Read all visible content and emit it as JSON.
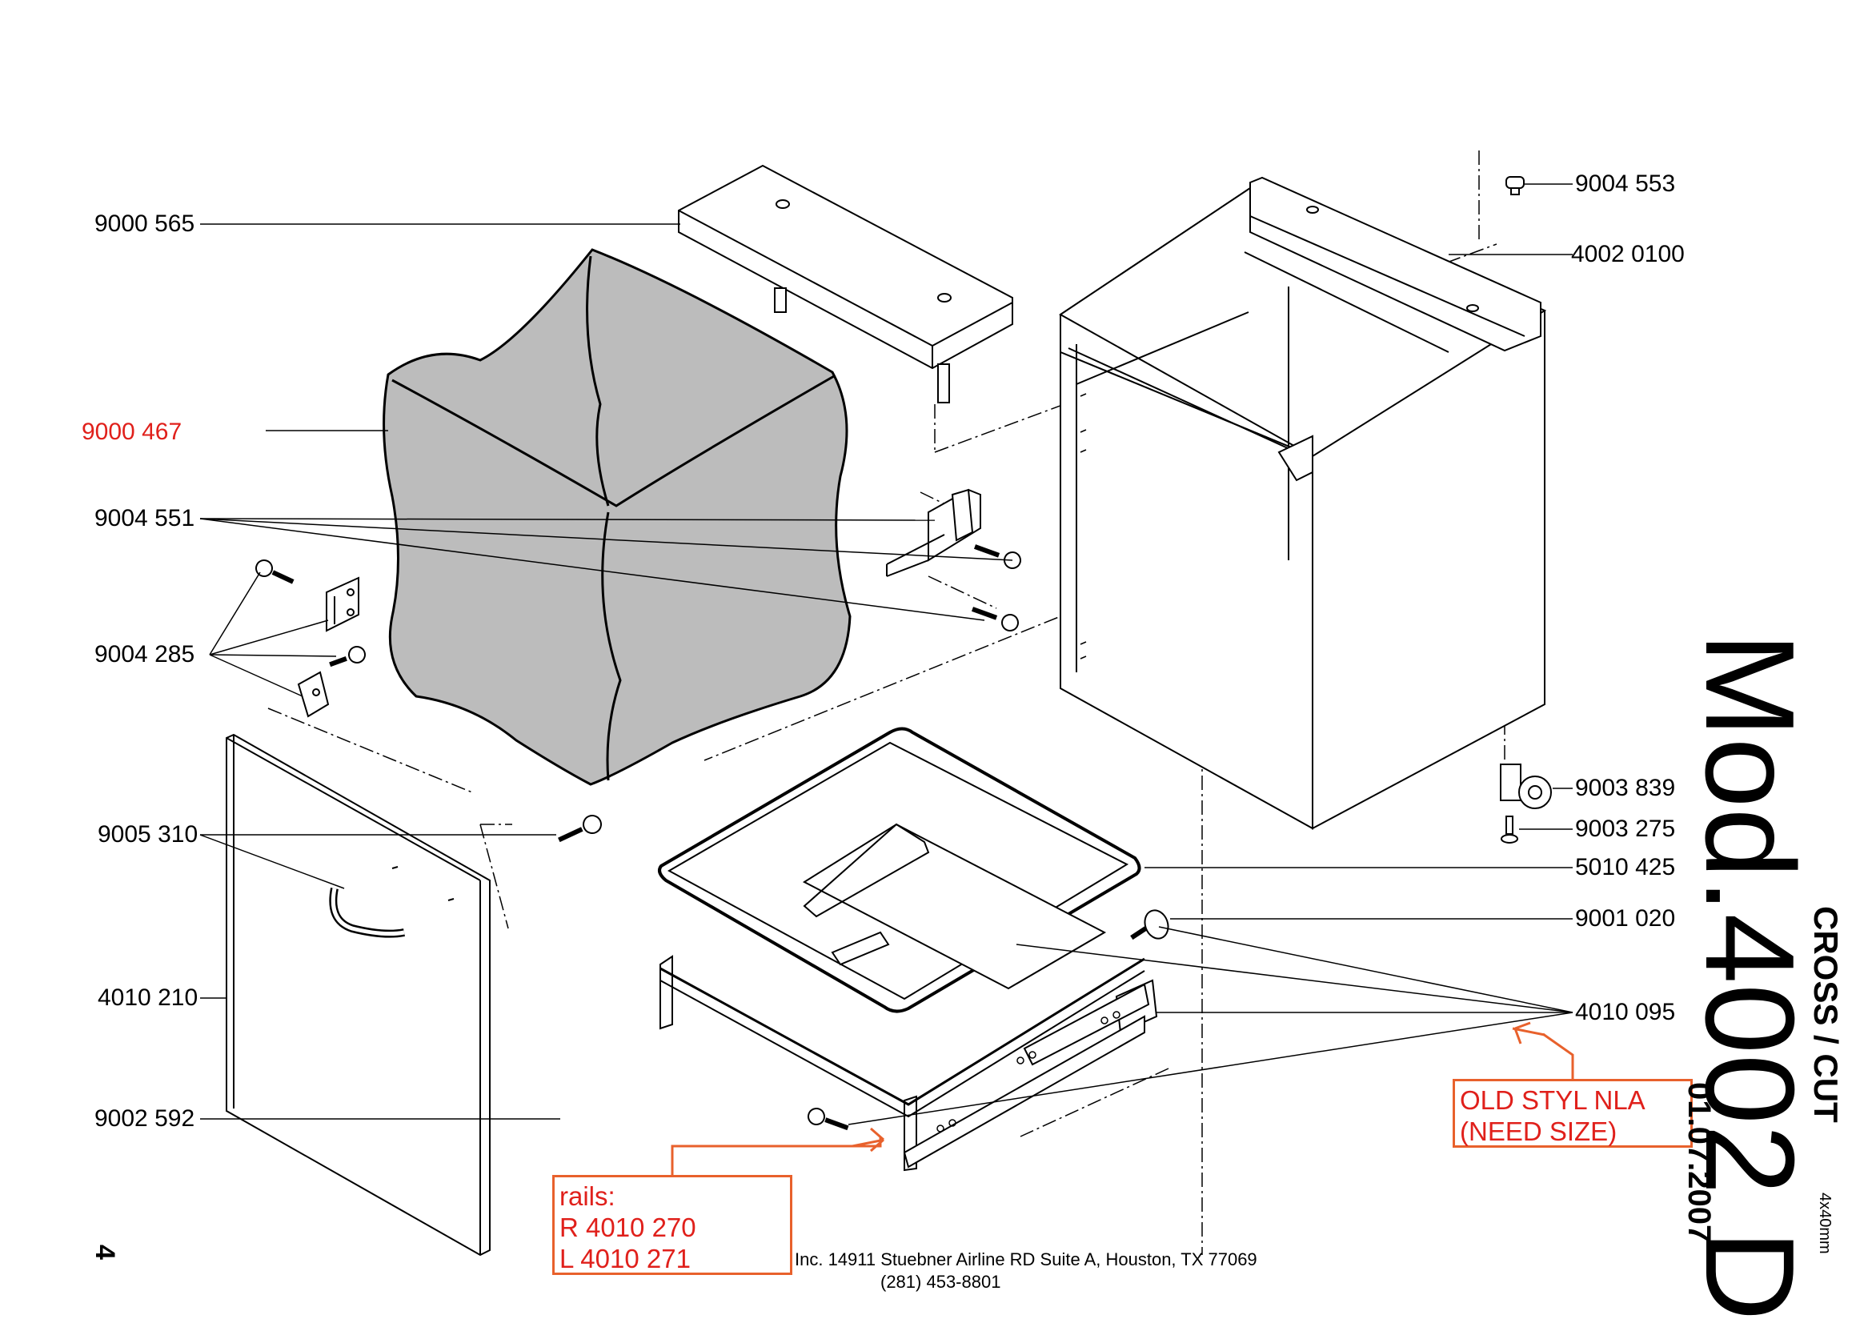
{
  "labels": {
    "l_9000565": "9000 565",
    "l_9000467": "9000 467",
    "l_9004551": "9004 551",
    "l_9004285": "9004 285",
    "l_9005310": "9005 310",
    "l_4010210": "4010 210",
    "l_9002592": "9002 592",
    "r_9004553": "9004 553",
    "r_40020100": "4002 0100",
    "r_9003839": "9003 839",
    "r_9003275": "9003 275",
    "r_5010425": "5010 425",
    "r_9001020": "9001 020",
    "r_4010095": "4010 095"
  },
  "notes": {
    "rails_line1": "rails:",
    "rails_line2": "R 4010 270",
    "rails_line3": "L 4010 271",
    "old_line1": "OLD STYL NLA",
    "old_line2": "(NEED SIZE)"
  },
  "footer": {
    "address": "Inc. 14911 Stuebner Airline RD Suite A, Houston, TX 77069",
    "phone": "(281) 453-8801",
    "page_number": "4"
  },
  "title_block": {
    "model": "Mod.4002 D",
    "variant": "CROSS / CUT",
    "date": "01.07.2007",
    "size": "4x40mm"
  },
  "colors": {
    "highlight_red": "#e0201b",
    "callout_orange": "#e8612c",
    "bag_gray": "#bcbcbc"
  }
}
